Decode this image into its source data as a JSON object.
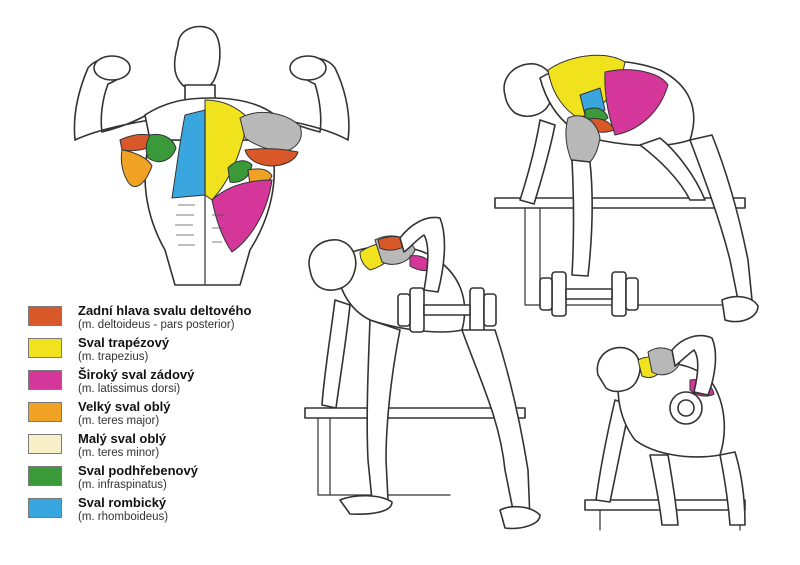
{
  "legend": {
    "items": [
      {
        "name": "Zadní hlava svalu deltového",
        "latin": "(m. deltoideus - pars posterior)",
        "color": "#d9582a"
      },
      {
        "name": "Sval trapézový",
        "latin": "(m. trapezius)",
        "color": "#f1e21e"
      },
      {
        "name": "Široký sval zádový",
        "latin": "(m. latissimus dorsi)",
        "color": "#d4369a"
      },
      {
        "name": "Velký sval oblý",
        "latin": "(m. teres major)",
        "color": "#f0a225"
      },
      {
        "name": "Malý sval oblý",
        "latin": "(m. teres minor)",
        "color": "#f7efc8"
      },
      {
        "name": "Sval podhřebenový",
        "latin": "(m. infraspinatus)",
        "color": "#3a9a3a"
      },
      {
        "name": "Sval rombický",
        "latin": "(m. rhomboideus)",
        "color": "#3aa6e0"
      }
    ]
  },
  "figures": {
    "back_view": "back-anatomy-figure",
    "exercise_1": "one-arm-row-start",
    "exercise_2": "one-arm-row-top",
    "exercise_3": "one-arm-row-side"
  },
  "colors": {
    "outline": "#333333",
    "skin": "#ffffff",
    "muscle_gray": "#b8b8b8"
  }
}
